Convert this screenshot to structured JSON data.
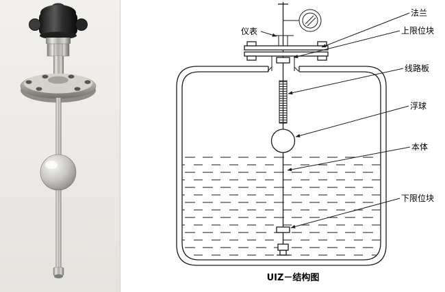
{
  "diagram": {
    "caption": "UIZ－结构图",
    "callouts": [
      {
        "id": "instrument",
        "label": "仪表"
      },
      {
        "id": "flange",
        "label": "法兰"
      },
      {
        "id": "upper-limit-block",
        "label": "上限位块"
      },
      {
        "id": "circuit-board",
        "label": "线路板"
      },
      {
        "id": "float-ball",
        "label": "浮球"
      },
      {
        "id": "main-body",
        "label": "本体"
      },
      {
        "id": "lower-limit-block",
        "label": "下限位块"
      }
    ]
  },
  "colors": {
    "line": "#1a1a1a",
    "photo_background": "#edeae6",
    "page_background": "#ffffff"
  }
}
